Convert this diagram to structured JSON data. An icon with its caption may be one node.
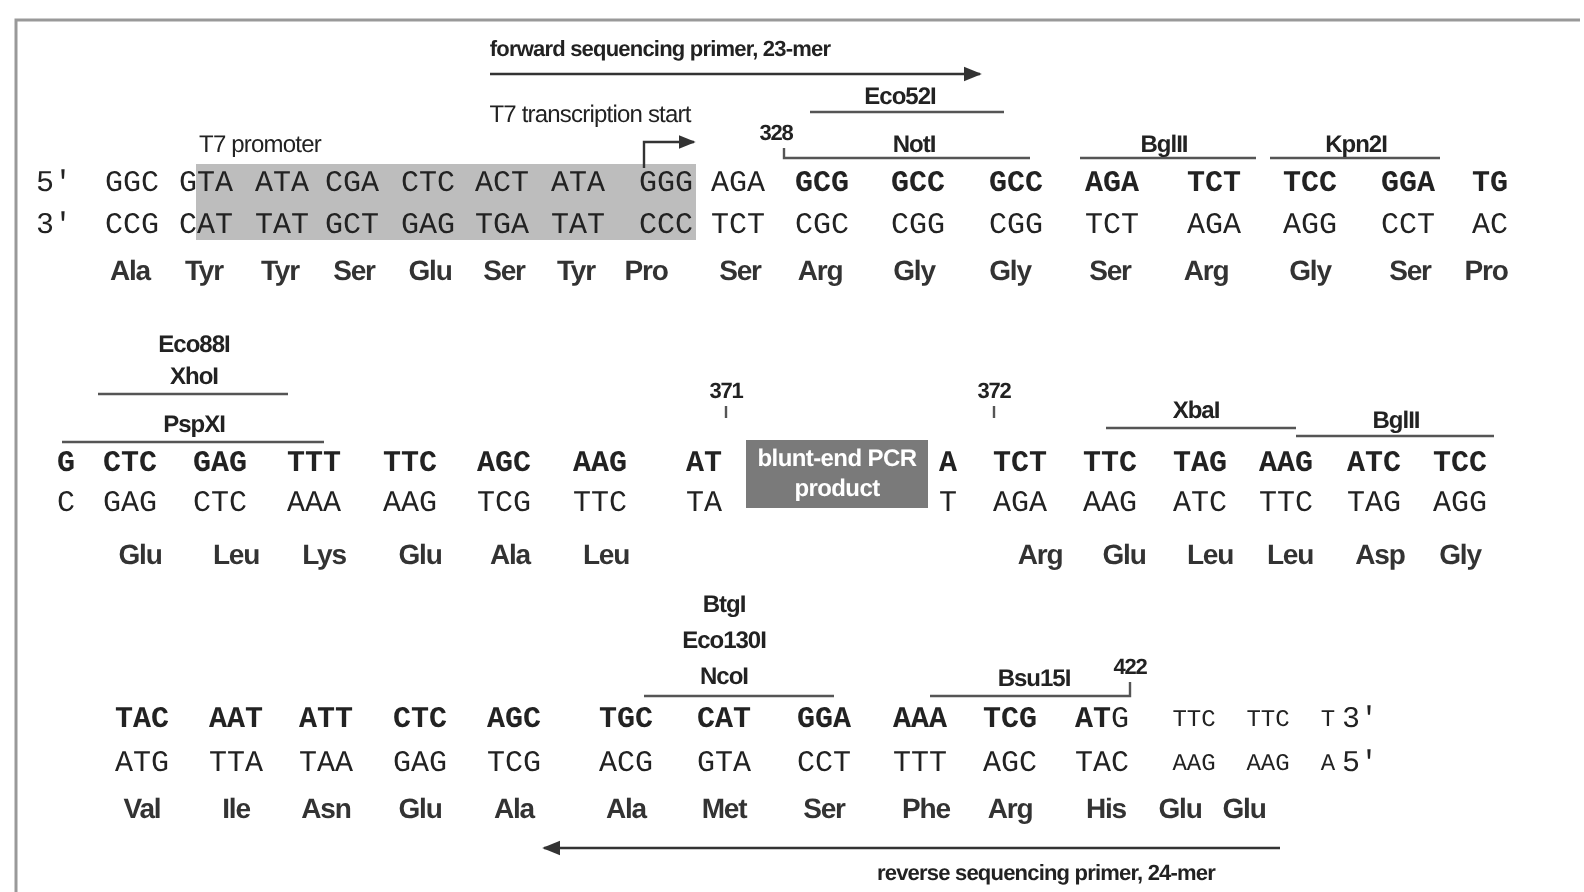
{
  "diagram": {
    "nodes": [
      {
        "text": [
          "blunt-end PCR product"
        ]
      }
    ],
    "labels": [
      "forward sequencing primer, 23-mer",
      "Eco52I",
      "T7 transcription start",
      "328",
      "T7 promoter",
      "NotI",
      "BglII",
      "Kpn2I",
      "5′",
      "GGC",
      "GTA",
      "ATA",
      "CGA",
      "CTC",
      "ACT",
      "ATA",
      "GGG",
      "AGA",
      "GCG",
      "GCC",
      "GCC",
      "AGA",
      "TCT",
      "TCC",
      "GGA",
      "TG",
      "3′",
      "CCG",
      "CAT",
      "TAT",
      "GCT",
      "GAG",
      "TGA",
      "TAT",
      "CCC",
      "TCT",
      "CGC",
      "CGG",
      "CGG",
      "TCT",
      "AGA",
      "AGG",
      "CCT",
      "AC",
      "Ala",
      "Tyr",
      "Tyr",
      "Ser",
      "Glu",
      "Ser",
      "Tyr",
      "Pro",
      "Ser",
      "Arg",
      "Gly",
      "Gly",
      "Ser",
      "Arg",
      "Gly",
      "Ser",
      "Pro",
      "Eco88I",
      "XhoI",
      "371",
      "372",
      "PspXI",
      "XbaI",
      "BglII",
      "G",
      "CTC",
      "GAG",
      "TTT",
      "TTC",
      "AGC",
      "AAG",
      "AT",
      "A",
      "TCT",
      "TTC",
      "TAG",
      "AAG",
      "ATC",
      "TCC",
      "C",
      "GAG",
      "CTC",
      "AAA",
      "AAG",
      "TCG",
      "TTC",
      "TA",
      "T",
      "AGA",
      "AAG",
      "ATC",
      "TTC",
      "TAG",
      "AGG",
      "Glu",
      "Leu",
      "Lys",
      "Glu",
      "Ala",
      "Leu",
      "Arg",
      "Glu",
      "Leu",
      "Leu",
      "Asp",
      "Gly",
      "BtgI",
      "Eco130I",
      "422",
      "NcoI",
      "Bsu15I",
      "TAC",
      "AAT",
      "ATT",
      "CTC",
      "AGC",
      "TGC",
      "CAT",
      "GGA",
      "AAA",
      "TCG",
      "**AT**G",
      "TTC",
      "TTC",
      "T",
      "3′",
      "ATG",
      "TTA",
      "TAA",
      "GAG",
      "TCG",
      "ACG",
      "GTA",
      "CCT",
      "TTT",
      "AGC",
      "TAC",
      "AAG",
      "AAG",
      "A",
      "5′",
      "Val",
      "Ile",
      "Asn",
      "Glu",
      "Ala",
      "Ala",
      "Met",
      "Ser",
      "Phe",
      "Arg",
      "His",
      "Glu",
      "Glu",
      "reverse sequencing primer, 24-mer"
    ]
  }
}
